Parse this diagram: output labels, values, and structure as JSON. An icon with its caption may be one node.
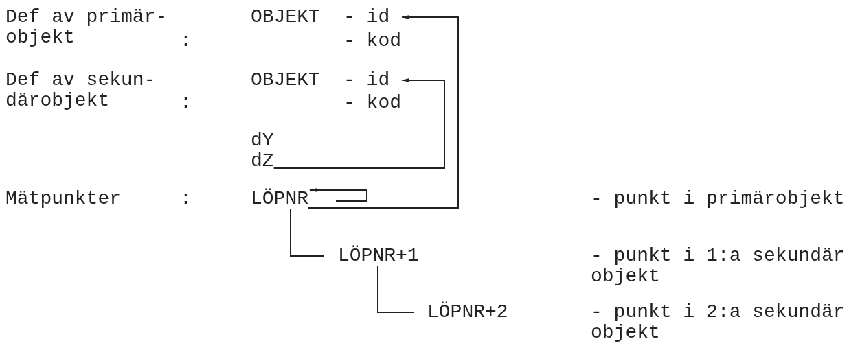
{
  "diagram": {
    "nodes": [
      {
        "text": [
          "- id"
        ]
      },
      {
        "text": [
          "- id"
        ]
      },
      {
        "text": [
          "dZ"
        ]
      },
      {
        "text": [
          "LÖPNR"
        ]
      },
      {
        "text": [
          "LÖPNR+1"
        ]
      },
      {
        "text": [
          "LÖPNR+2"
        ]
      }
    ],
    "edges": [
      {
        "from": 2,
        "to": 1,
        "arrow": "to"
      },
      {
        "from": 3,
        "to": 0,
        "arrow": "to"
      },
      {
        "from": 3,
        "to": 3,
        "arrow": "to"
      },
      {
        "from": 3,
        "to": 4,
        "arrow": "none"
      },
      {
        "from": 4,
        "to": 5,
        "arrow": "none"
      }
    ],
    "labels": [
      "Def av primär- objekt",
      ":",
      "OBJEKT",
      "- kod",
      "Def av sekun- därobjekt",
      ":",
      "OBJEKT",
      "- kod",
      "dY",
      "Mätpunkter",
      ":",
      "- punkt i primärobjekt",
      "- punkt i 1:a sekundär objekt",
      "- punkt i 2:a sekundär objekt"
    ]
  }
}
